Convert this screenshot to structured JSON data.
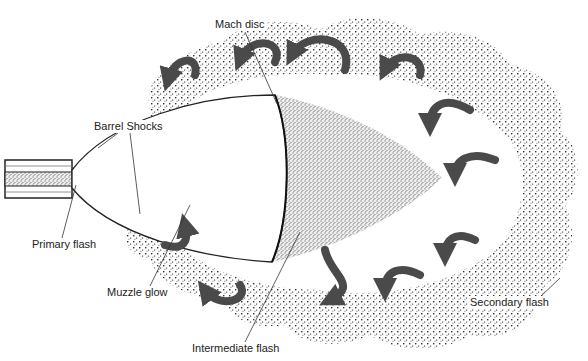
{
  "diagram": {
    "labels": [
      "Mach disc",
      "Barrel Shocks",
      "Primary flash",
      "Muzzle glow",
      "Intermediate flash",
      "Secondary flash"
    ]
  }
}
